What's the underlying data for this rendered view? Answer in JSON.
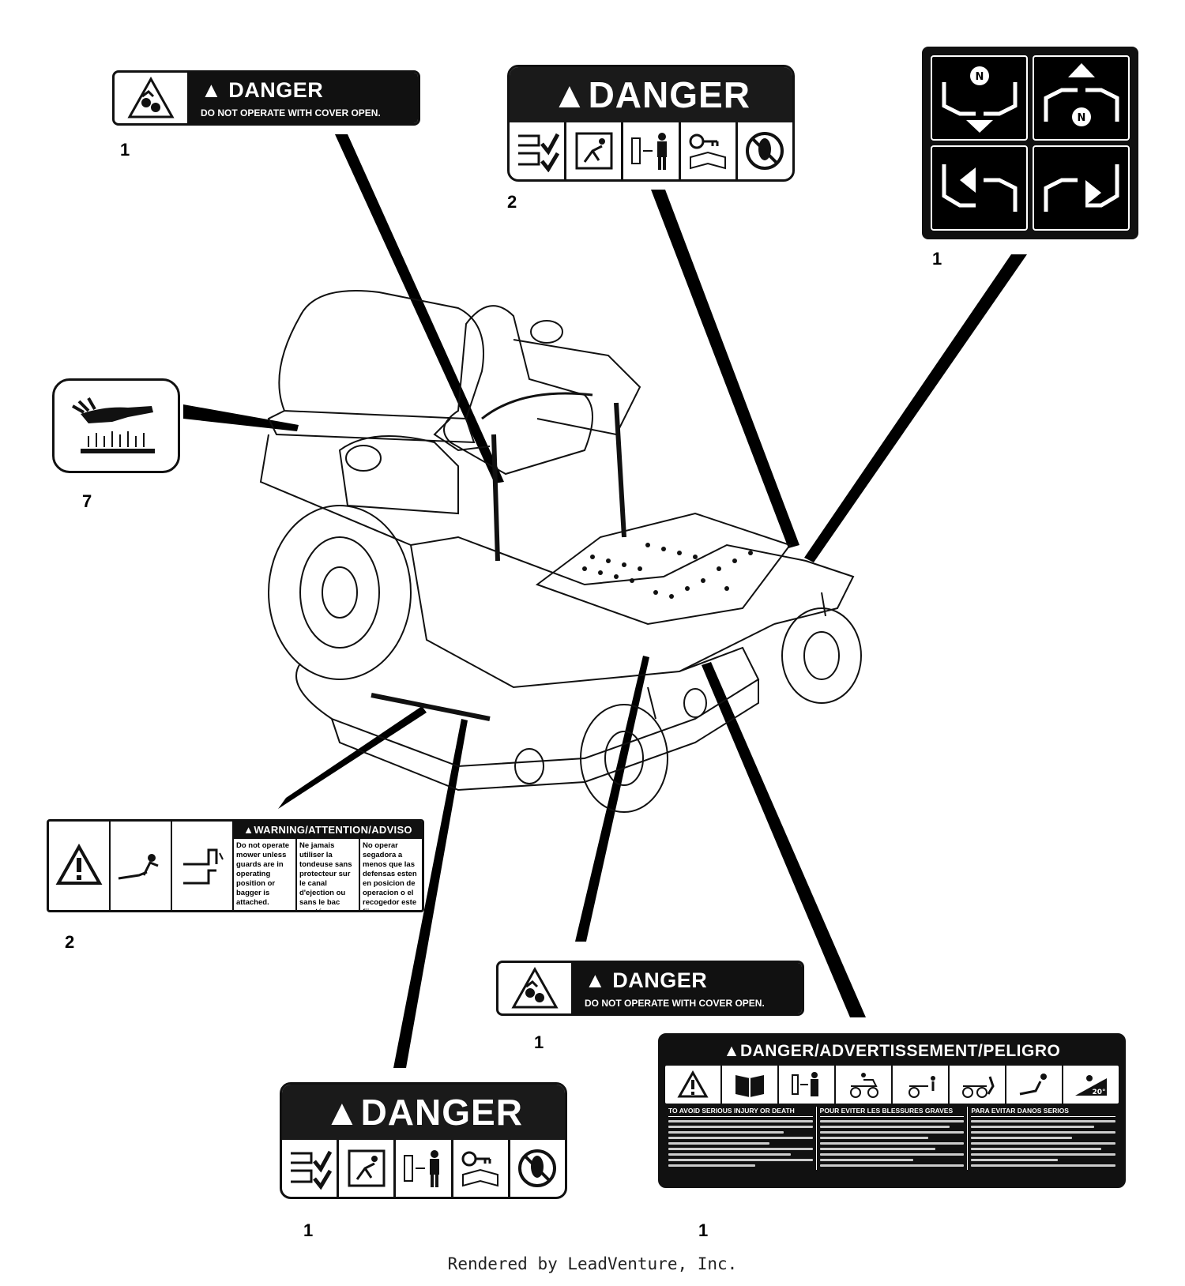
{
  "decals": {
    "danger_cover_top": {
      "callout": "1",
      "heading": "▲ DANGER",
      "subtext": "DO NOT OPERATE WITH COVER OPEN."
    },
    "danger_big_top": {
      "callout": "2",
      "heading": "▲DANGER"
    },
    "motion_control": {
      "callout": "1",
      "neutral_label": "N"
    },
    "hot_surface": {
      "callout": "7"
    },
    "warning_trilingual": {
      "callout": "2",
      "heading": "▲WARNING/ATTENTION/ADVISO",
      "english": "Do not operate mower unless guards are in operating position or bagger is attached.",
      "french": "Ne jamais utiliser la tondeuse sans protecteur sur le canal d'ejection ou sans le bac monté.",
      "spanish": "No operar segadora a menos que las defensas esten en posicion de operacion o el recogedor este fijo."
    },
    "danger_cover_bottom": {
      "callout": "1",
      "heading": "▲ DANGER",
      "subtext": "DO NOT OPERATE WITH COVER OPEN."
    },
    "danger_big_bottom": {
      "callout": "1",
      "heading": "▲DANGER"
    },
    "danger_trilingual": {
      "callout": "1",
      "heading": "▲DANGER/ADVERTISSEMENT/PELIGRO",
      "col_en": "TO AVOID SERIOUS INJURY OR DEATH",
      "col_fr": "POUR EVITER LES BLESSURES GRAVES",
      "col_es": "PARA EVITAR DANOS SERIOS",
      "slope_label": "20°"
    }
  },
  "footer": "Rendered by LeadVenture, Inc."
}
